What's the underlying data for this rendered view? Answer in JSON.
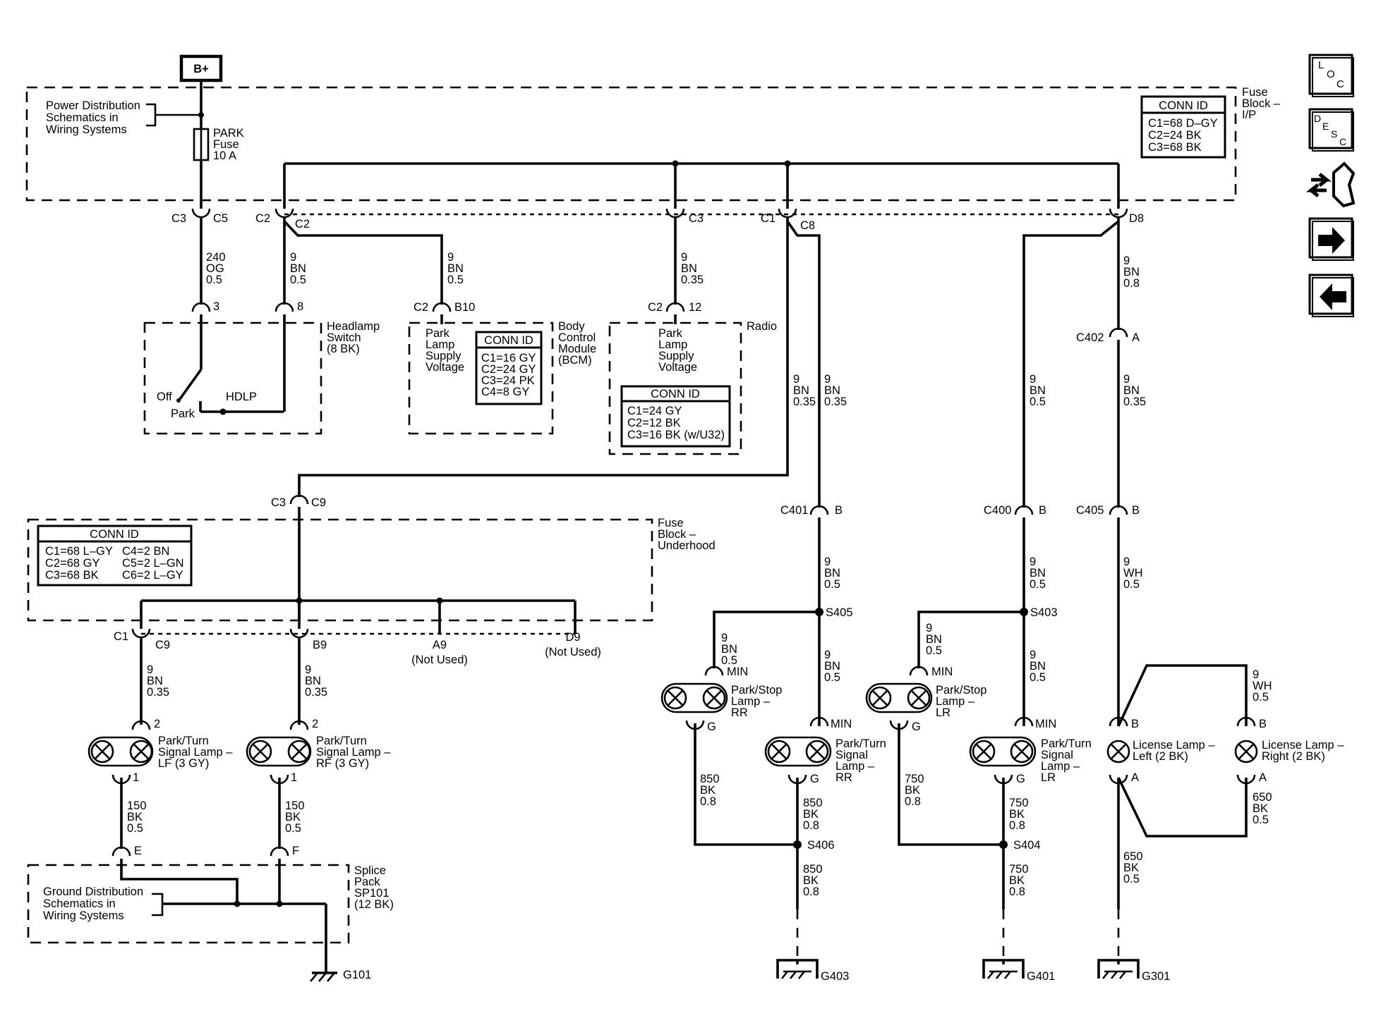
{
  "battery": "B+",
  "fuse_block_ip": {
    "label": [
      "Fuse",
      "Block –",
      "I/P"
    ],
    "power_ref": [
      "Power Distribution",
      "Schematics in",
      "Wiring Systems"
    ],
    "fuse": [
      "PARK",
      "Fuse",
      "10 A"
    ],
    "conn_id_title": "CONN ID",
    "conn_id": [
      "C1=68 D–GY",
      "C2=24 BK",
      "C3=68 BK"
    ]
  },
  "connectors": {
    "c3": "C3",
    "c5": "C5",
    "c2": "C2",
    "c2b": "C2",
    "c3r": "C3",
    "c1": "C1",
    "c8": "C8",
    "d8": "D8"
  },
  "wires": {
    "w240": [
      "240",
      "OG",
      "0.5"
    ],
    "w9_bn_05a": [
      "9",
      "BN",
      "0.5"
    ],
    "w9_bn_05b": [
      "9",
      "BN",
      "0.5"
    ],
    "w9_bn_035r": [
      "9",
      "BN",
      "0.35"
    ],
    "w9_bn_08": [
      "9",
      "BN",
      "0.8"
    ],
    "w9_bn_035c1": [
      "9",
      "BN",
      "0.35"
    ],
    "w9_bn_035c8": [
      "9",
      "BN",
      "0.35"
    ],
    "w9_bn_05c400": [
      "9",
      "BN",
      "0.5"
    ],
    "w9_bn_035c402": [
      "9",
      "BN",
      "0.35"
    ],
    "w9_bn_05c401": [
      "9",
      "BN",
      "0.5"
    ],
    "w9_bn_05c400b": [
      "9",
      "BN",
      "0.5"
    ],
    "w9_wh_05": [
      "9",
      "WH",
      "0.5"
    ],
    "w9_bn_05s405a": [
      "9",
      "BN",
      "0.5"
    ],
    "w9_bn_05s405b": [
      "9",
      "BN",
      "0.5"
    ],
    "w9_bn_05s403a": [
      "9",
      "BN",
      "0.5"
    ],
    "w9_bn_05s403b": [
      "9",
      "BN",
      "0.5"
    ],
    "w9_wh_05r": [
      "9",
      "WH",
      "0.5"
    ],
    "w9_bn_035lf": [
      "9",
      "BN",
      "0.35"
    ],
    "w9_bn_035rf": [
      "9",
      "BN",
      "0.35"
    ],
    "w150a": [
      "150",
      "BK",
      "0.5"
    ],
    "w150b": [
      "150",
      "BK",
      "0.5"
    ],
    "w850a": [
      "850",
      "BK",
      "0.8"
    ],
    "w850b": [
      "850",
      "BK",
      "0.8"
    ],
    "w850c": [
      "850",
      "BK",
      "0.8"
    ],
    "w750a": [
      "750",
      "BK",
      "0.8"
    ],
    "w750b": [
      "750",
      "BK",
      "0.8"
    ],
    "w750c": [
      "750",
      "BK",
      "0.8"
    ],
    "w650a": [
      "650",
      "BK",
      "0.5"
    ],
    "w650b": [
      "650",
      "BK",
      "0.5"
    ]
  },
  "headlamp_switch": {
    "label": [
      "Headlamp",
      "Switch",
      "(8 BK)"
    ],
    "pin3": "3",
    "pin8": "8",
    "off": "Off",
    "park": "Park",
    "hdlp": "HDLP"
  },
  "bcm": {
    "label": [
      "Body",
      "Control",
      "Module",
      "(BCM)"
    ],
    "c2": "C2",
    "b10": "B10",
    "supply": [
      "Park",
      "Lamp",
      "Supply",
      "Voltage"
    ],
    "conn_id_title": "CONN ID",
    "conn_id": [
      "C1=16 GY",
      "C2=24 GY",
      "C3=24 PK",
      "C4=8 GY"
    ]
  },
  "radio": {
    "label": "Radio",
    "c2": "C2",
    "pin12": "12",
    "supply": [
      "Park",
      "Lamp",
      "Supply",
      "Voltage"
    ],
    "conn_id_title": "CONN ID",
    "conn_id": [
      "C1=24 GY",
      "C2=12 BK",
      "C3=16 BK (w/U32)"
    ]
  },
  "fuse_block_underhood": {
    "label": [
      "Fuse",
      "Block –",
      "Underhood"
    ],
    "c3": "C3",
    "c9": "C9",
    "conn_id_title": "CONN ID",
    "conn_id_left": [
      "C1=68 L–GY",
      "C2=68 GY",
      "C3=68 BK"
    ],
    "conn_id_right": [
      "C4=2 BN",
      "C5=2 L–GN",
      "C6=2 L–GY"
    ],
    "c1": "C1",
    "c9b": "C9",
    "b9": "B9",
    "a9": "A9",
    "d9": "D9",
    "not_used_a9": "(Not Used)",
    "not_used_d9": "(Not Used)"
  },
  "inline_connectors": {
    "c401": "C401",
    "c401_b": "B",
    "c400": "C400",
    "c400_b": "B",
    "c402": "C402",
    "c402_a": "A",
    "c405": "C405",
    "c405_b": "B"
  },
  "splices": {
    "s405": "S405",
    "s403": "S403",
    "s406": "S406",
    "s404": "S404"
  },
  "lamps": {
    "lf": {
      "label": [
        "Park/Turn",
        "Signal Lamp –",
        "LF (3 GY)"
      ],
      "pin_top": "2",
      "pin_bot": "1"
    },
    "rf": {
      "label": [
        "Park/Turn",
        "Signal Lamp –",
        "RF (3 GY)"
      ],
      "pin_top": "2",
      "pin_bot": "1"
    },
    "stop_rr": {
      "label": [
        "Park/Stop",
        "Lamp –",
        "RR"
      ],
      "pin_top": "MIN",
      "pin_bot": "G"
    },
    "turn_rr": {
      "label": [
        "Park/Turn",
        "Signal",
        "Lamp –",
        "RR"
      ],
      "pin_top": "MIN",
      "pin_bot": "G"
    },
    "stop_lr": {
      "label": [
        "Park/Stop",
        "Lamp –",
        "LR"
      ],
      "pin_top": "MIN",
      "pin_bot": "G"
    },
    "turn_lr": {
      "label": [
        "Park/Turn",
        "Signal",
        "Lamp –",
        "LR"
      ],
      "pin_top": "MIN",
      "pin_bot": "G"
    },
    "lic_left": {
      "label": [
        "License Lamp –",
        "Left (2 BK)"
      ],
      "pin_top": "B",
      "pin_bot": "A"
    },
    "lic_right": {
      "label": [
        "License Lamp –",
        "Right (2 BK)"
      ],
      "pin_top": "B",
      "pin_bot": "A"
    }
  },
  "splice_pack": {
    "label": [
      "Splice",
      "Pack",
      "SP101",
      "(12 BK)"
    ],
    "pin_e": "E",
    "pin_f": "F",
    "ground_ref": [
      "Ground Distribution",
      "Schematics in",
      "Wiring Systems"
    ]
  },
  "grounds": {
    "g101": "G101",
    "g403": "G403",
    "g401": "G401",
    "g301": "G301"
  },
  "nav_icons": [
    "loc-icon",
    "desc-icon",
    "connector-icon",
    "next-arrow-icon",
    "prev-arrow-icon"
  ]
}
